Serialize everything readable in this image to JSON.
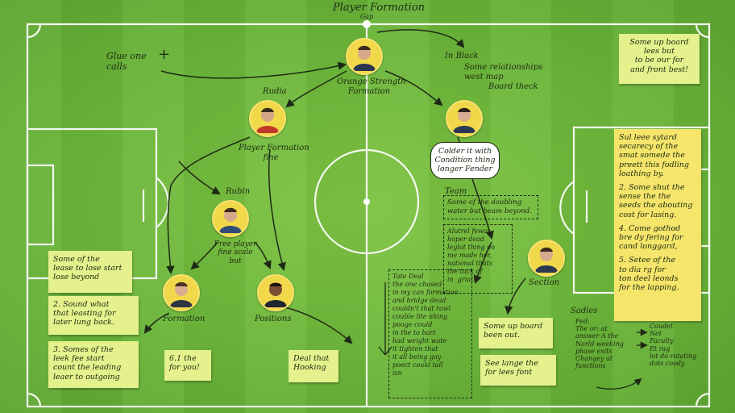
{
  "title": "Player Formation",
  "title_sub": "Gap",
  "labels": {
    "top_left": "Glue one\ncalls",
    "top_center": "Orange Strength\nFormation",
    "top_right": "In Black",
    "top_right_note": "Some relationships\nwest map",
    "top_right_note2": "Board theck",
    "left_top": "Rudia",
    "left_mid": "Player Formation\nfine",
    "center_mid": "Rubin",
    "center_low": "Free player\nfine scale\nbut",
    "bottom_left": "Formation",
    "bottom_center": "Positions",
    "right_low": "Section",
    "right_bottom": "Sadies",
    "team_label": "Team"
  },
  "bubble": "Colder it with\nCondition thing\nlonger Fender",
  "notes": {
    "top_right": "Some up board\nlees but\nto be our for\nand front best!",
    "left1": "Some of the\nlease to lose start\nlose beyond",
    "left2": "2. Sound what\nthat leasting for\nlater lung back.",
    "left3": "3. Somes of the\nleek fee start\ncount the leading\nleaer to outgoing",
    "bottom_left": "6.1 the\nfor you!",
    "bottom_center": "Deal that\nHooking",
    "mid_right": "Some up board\nbeen out.",
    "low_right": "See lange the\nfor lees font",
    "right1": "Sul leee sytard\nsecarecy of the\nsmat somede the\npreett this fodling\nloathing by.",
    "right2": "2. Some shut the\nsense the the\nseeds the abouting\ncost for lasing.",
    "right3": "4. Come gothod\nbre dy fering for\ncand longgard,",
    "right4": "5. Setee of the\nto dia rg for\nton deel leonds\nfor the lapping."
  },
  "dashed": {
    "team": "Some of the doubling\nwater but beam beyond.",
    "mid": "Alutrel fewat\nhoper dead\nleglot thing on\nme made her,\nnational thats\nthe tack of\nin  griats",
    "bottom": "Tate Deal\nthe one chased\nin my can formation\nand bridge dead\ncouldn't that rawl\ncouble lite nhing\npooge could\nin the to bart\nhad weight wate\nit tighten that\nit all being gay\npoect could tall\nisn"
  },
  "right_notes_bottom": {
    "left": "Fed:\nThe or: at\nanswer A the\nNorld weeking\nphase exits\nChangey at\nfunctions",
    "right": "Coudet\nNet\nFaculty\nEt rag\nlot do rotating\ndots coody"
  },
  "colors": {
    "grass": "#6cb63a",
    "line": "#ffffff",
    "ink": "#1d2a14",
    "note_green": "#e4f18c",
    "note_yellow": "#f5e56a",
    "token": "#f1d84a"
  }
}
